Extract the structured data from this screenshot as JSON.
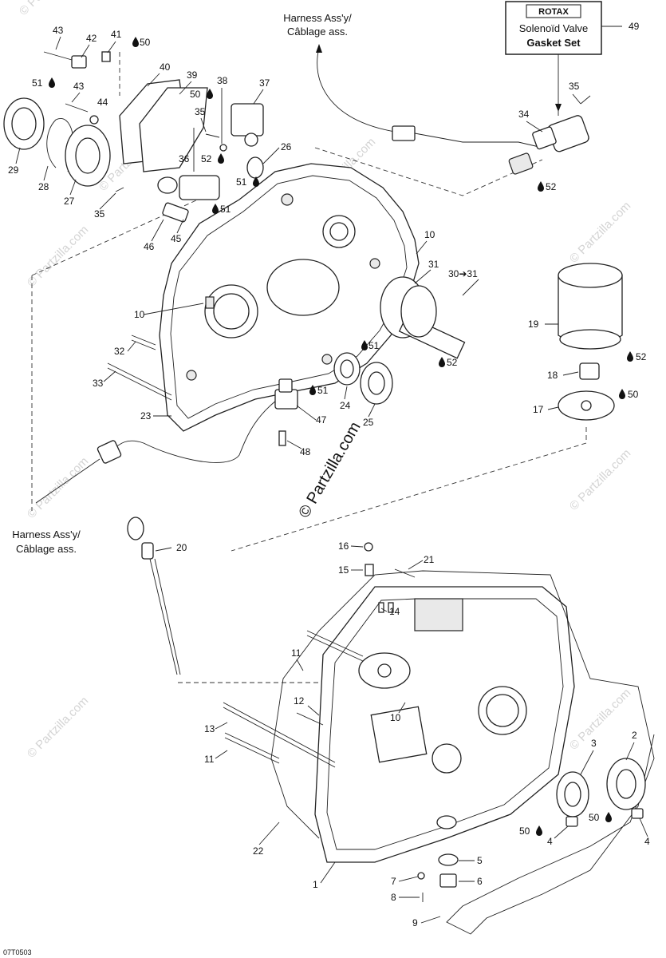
{
  "watermark": {
    "site": "© Partzilla.com",
    "center": "© Partzilla.com"
  },
  "drawing_code": "07T0503",
  "gasket_box": {
    "brand": "ROTAX",
    "line1": "Solenoïd Valve",
    "line2": "Gasket Set",
    "number": "49"
  },
  "harness_top": {
    "line1": "Harness Ass'y/",
    "line2": "Câblage ass."
  },
  "harness_left": {
    "line1": "Harness Ass'y/",
    "line2": "Câblage ass."
  },
  "callouts": {
    "c43a": "43",
    "c42": "42",
    "c41": "41",
    "c50a": "50",
    "c40": "40",
    "c39": "39",
    "c51a": "51",
    "c43b": "43",
    "c44": "44",
    "c50b": "50",
    "c38": "38",
    "c37": "37",
    "c35a": "35",
    "c29": "29",
    "c28": "28",
    "c27": "27",
    "c36": "36",
    "c52a": "52",
    "c26": "26",
    "c51b": "51",
    "c35b": "35",
    "c46": "46",
    "c45": "45",
    "c51c": "51",
    "c35c": "35",
    "c34": "34",
    "c52b": "52",
    "c10a": "10",
    "c31": "31",
    "c3031": "30➔31",
    "c10b": "10",
    "c19": "19",
    "c32": "32",
    "c51d": "51",
    "c52c": "52",
    "c52d": "52",
    "c33": "33",
    "c51e": "51",
    "c24": "24",
    "c18": "18",
    "c50c": "50",
    "c23": "23",
    "c47": "47",
    "c25": "25",
    "c17": "17",
    "c48": "48",
    "c20": "20",
    "c16": "16",
    "c15": "15",
    "c21": "21",
    "c14": "14",
    "c11a": "11",
    "c12": "12",
    "c10c": "10",
    "c13": "13",
    "c11b": "11",
    "c2": "2",
    "c3": "3",
    "c22": "22",
    "c50d": "50",
    "c4a": "4",
    "c50e": "50",
    "c4b": "4",
    "c5": "5",
    "c1": "1",
    "c7": "7",
    "c6": "6",
    "c8": "8",
    "c9": "9"
  }
}
